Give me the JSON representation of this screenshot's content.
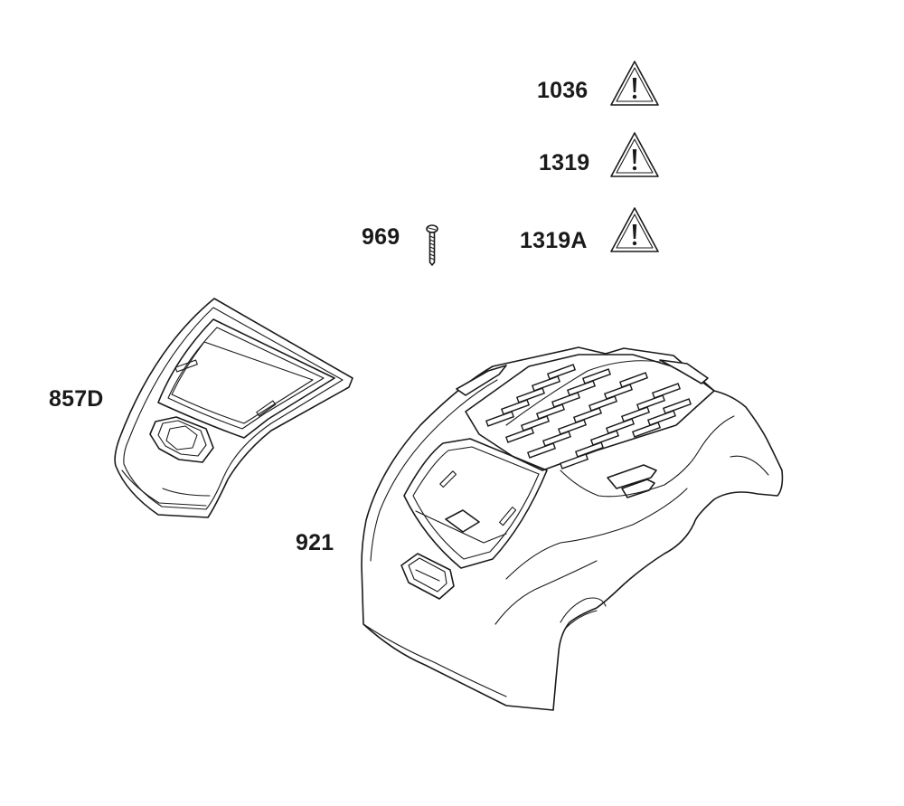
{
  "callouts": {
    "warning_1036": "1036",
    "warning_1319": "1319",
    "warning_1319a": "1319A",
    "screw": "969",
    "cover": "857D",
    "shroud": "921"
  },
  "icons": {
    "warning": "warning-triangle-icon",
    "screw": "screw-icon"
  },
  "colors": {
    "ink": "#1a1a1a",
    "background": "#ffffff"
  }
}
